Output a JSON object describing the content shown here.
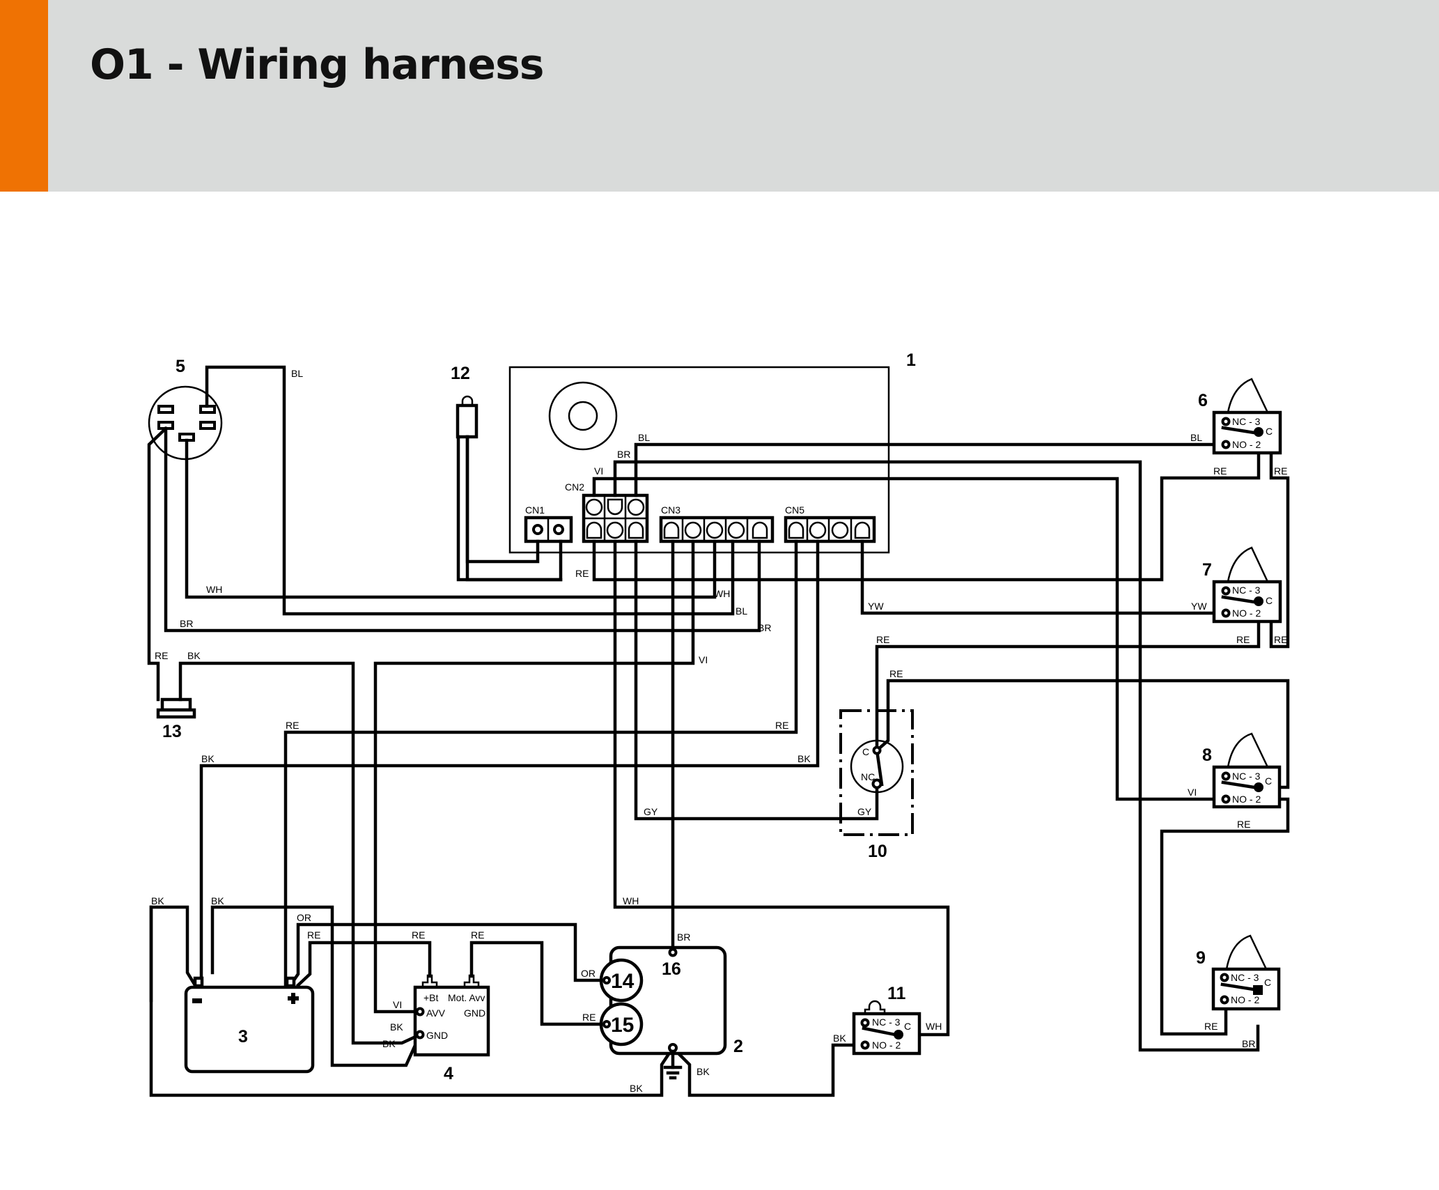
{
  "header": {
    "title": "O1 - Wiring harness",
    "accent_color": "#ef7203",
    "background_color": "#d9dbda"
  },
  "components": {
    "c1": "1",
    "c2": "2",
    "c3": "3",
    "c4": "4",
    "c5": "5",
    "c6": "6",
    "c7": "7",
    "c8": "8",
    "c9": "9",
    "c10": "10",
    "c11": "11",
    "c12": "12",
    "c13": "13",
    "c14": "14",
    "c15": "15",
    "c16": "16"
  },
  "connectors": {
    "cn1": "CN1",
    "cn2": "CN2",
    "cn3": "CN3",
    "cn5": "CN5"
  },
  "switch_terminals": {
    "nc": "NC - 3",
    "no": "NO - 2",
    "c": "C",
    "nc_short": "NC"
  },
  "module4": {
    "bt": "+Bt",
    "motavv": "Mot. Avv",
    "avv": "AVV",
    "gnd": "GND",
    "gnd2": "GND"
  },
  "battery": {
    "minus": "−",
    "plus": "+"
  },
  "wire_labels": {
    "w_bl_5": "BL",
    "w_wh_5": "WH",
    "w_br_5": "BR",
    "w_re_13": "RE",
    "w_bk_13": "BK",
    "w_vi_cn2": "VI",
    "w_br_cn2": "BR",
    "w_bl_cn2": "BL",
    "w_re_cn2": "RE",
    "w_wh_cn3": "WH",
    "w_bl_cn3": "BL",
    "w_br_cn3": "BR",
    "w_vi_cn3": "VI",
    "w_yw_cn5": "YW",
    "w_re_cn5": "RE",
    "w_bk_cn5": "BK",
    "w_bl_6": "BL",
    "w_re_6a": "RE",
    "w_re_6b": "RE",
    "w_yw_7": "YW",
    "w_re_7a": "RE",
    "w_re_7b": "RE",
    "w_re_10a": "RE",
    "w_re_10b": "RE",
    "w_gy_10": "GY",
    "w_gy_mid": "GY",
    "w_vi_8": "VI",
    "w_re_8": "RE",
    "w_re_9": "RE",
    "w_br_9": "BR",
    "w_re_left": "RE",
    "w_bk_left": "BK",
    "w_bk_bat1": "BK",
    "w_bk_bat2": "BK",
    "w_or_bat": "OR",
    "w_re_bat": "RE",
    "w_re_bt": "RE",
    "w_re_mot": "RE",
    "w_vi_avv": "VI",
    "w_bk_gnd1": "BK",
    "w_bk_gnd2": "BK",
    "w_wh_top": "WH",
    "w_br_16": "BR",
    "w_or_14": "OR",
    "w_re_15": "RE",
    "w_bk_g1": "BK",
    "w_bk_g2": "BK",
    "w_bk_11": "BK",
    "w_wh_11": "WH"
  }
}
